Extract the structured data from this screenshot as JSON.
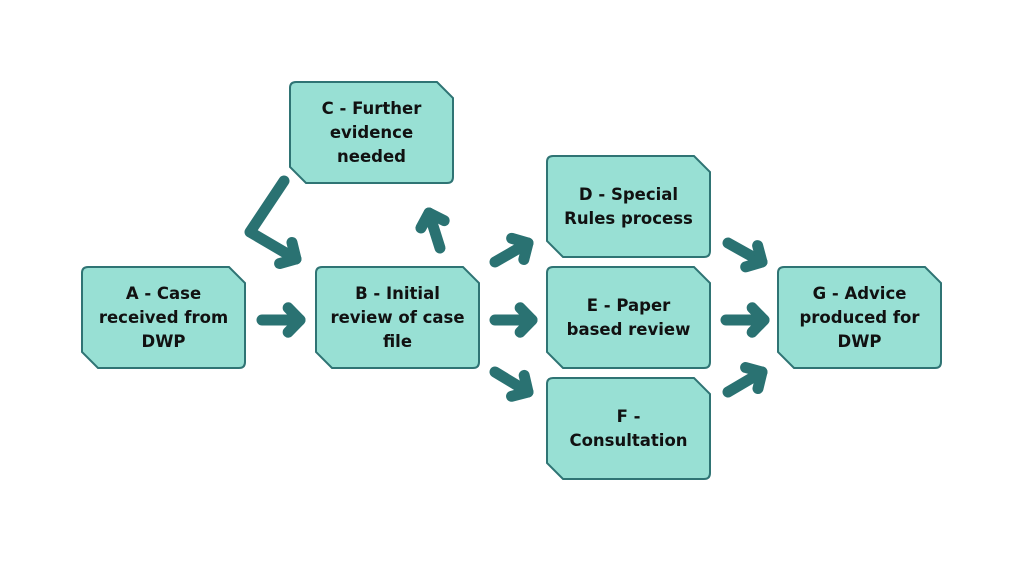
{
  "colors": {
    "box_fill": "#98e0d4",
    "box_stroke": "#2f7474",
    "arrow": "#2a7272"
  },
  "boxes": {
    "a": {
      "text": "A - Case\nreceived from\nDWP"
    },
    "b": {
      "text": "B - Initial\nreview of case\nfile"
    },
    "c": {
      "text": "C - Further\nevidence\nneeded"
    },
    "d": {
      "text": "D - Special\nRules process"
    },
    "e": {
      "text": "E - Paper\nbased review"
    },
    "f": {
      "text": "F -\nConsultation"
    },
    "g": {
      "text": "G - Advice\nproduced for\nDWP"
    }
  },
  "edges": [
    {
      "from": "A",
      "to": "B"
    },
    {
      "from": "C",
      "to": "B"
    },
    {
      "from": "B",
      "to": "C"
    },
    {
      "from": "B",
      "to": "D"
    },
    {
      "from": "B",
      "to": "E"
    },
    {
      "from": "B",
      "to": "F"
    },
    {
      "from": "D",
      "to": "G"
    },
    {
      "from": "E",
      "to": "G"
    },
    {
      "from": "F",
      "to": "G"
    }
  ]
}
